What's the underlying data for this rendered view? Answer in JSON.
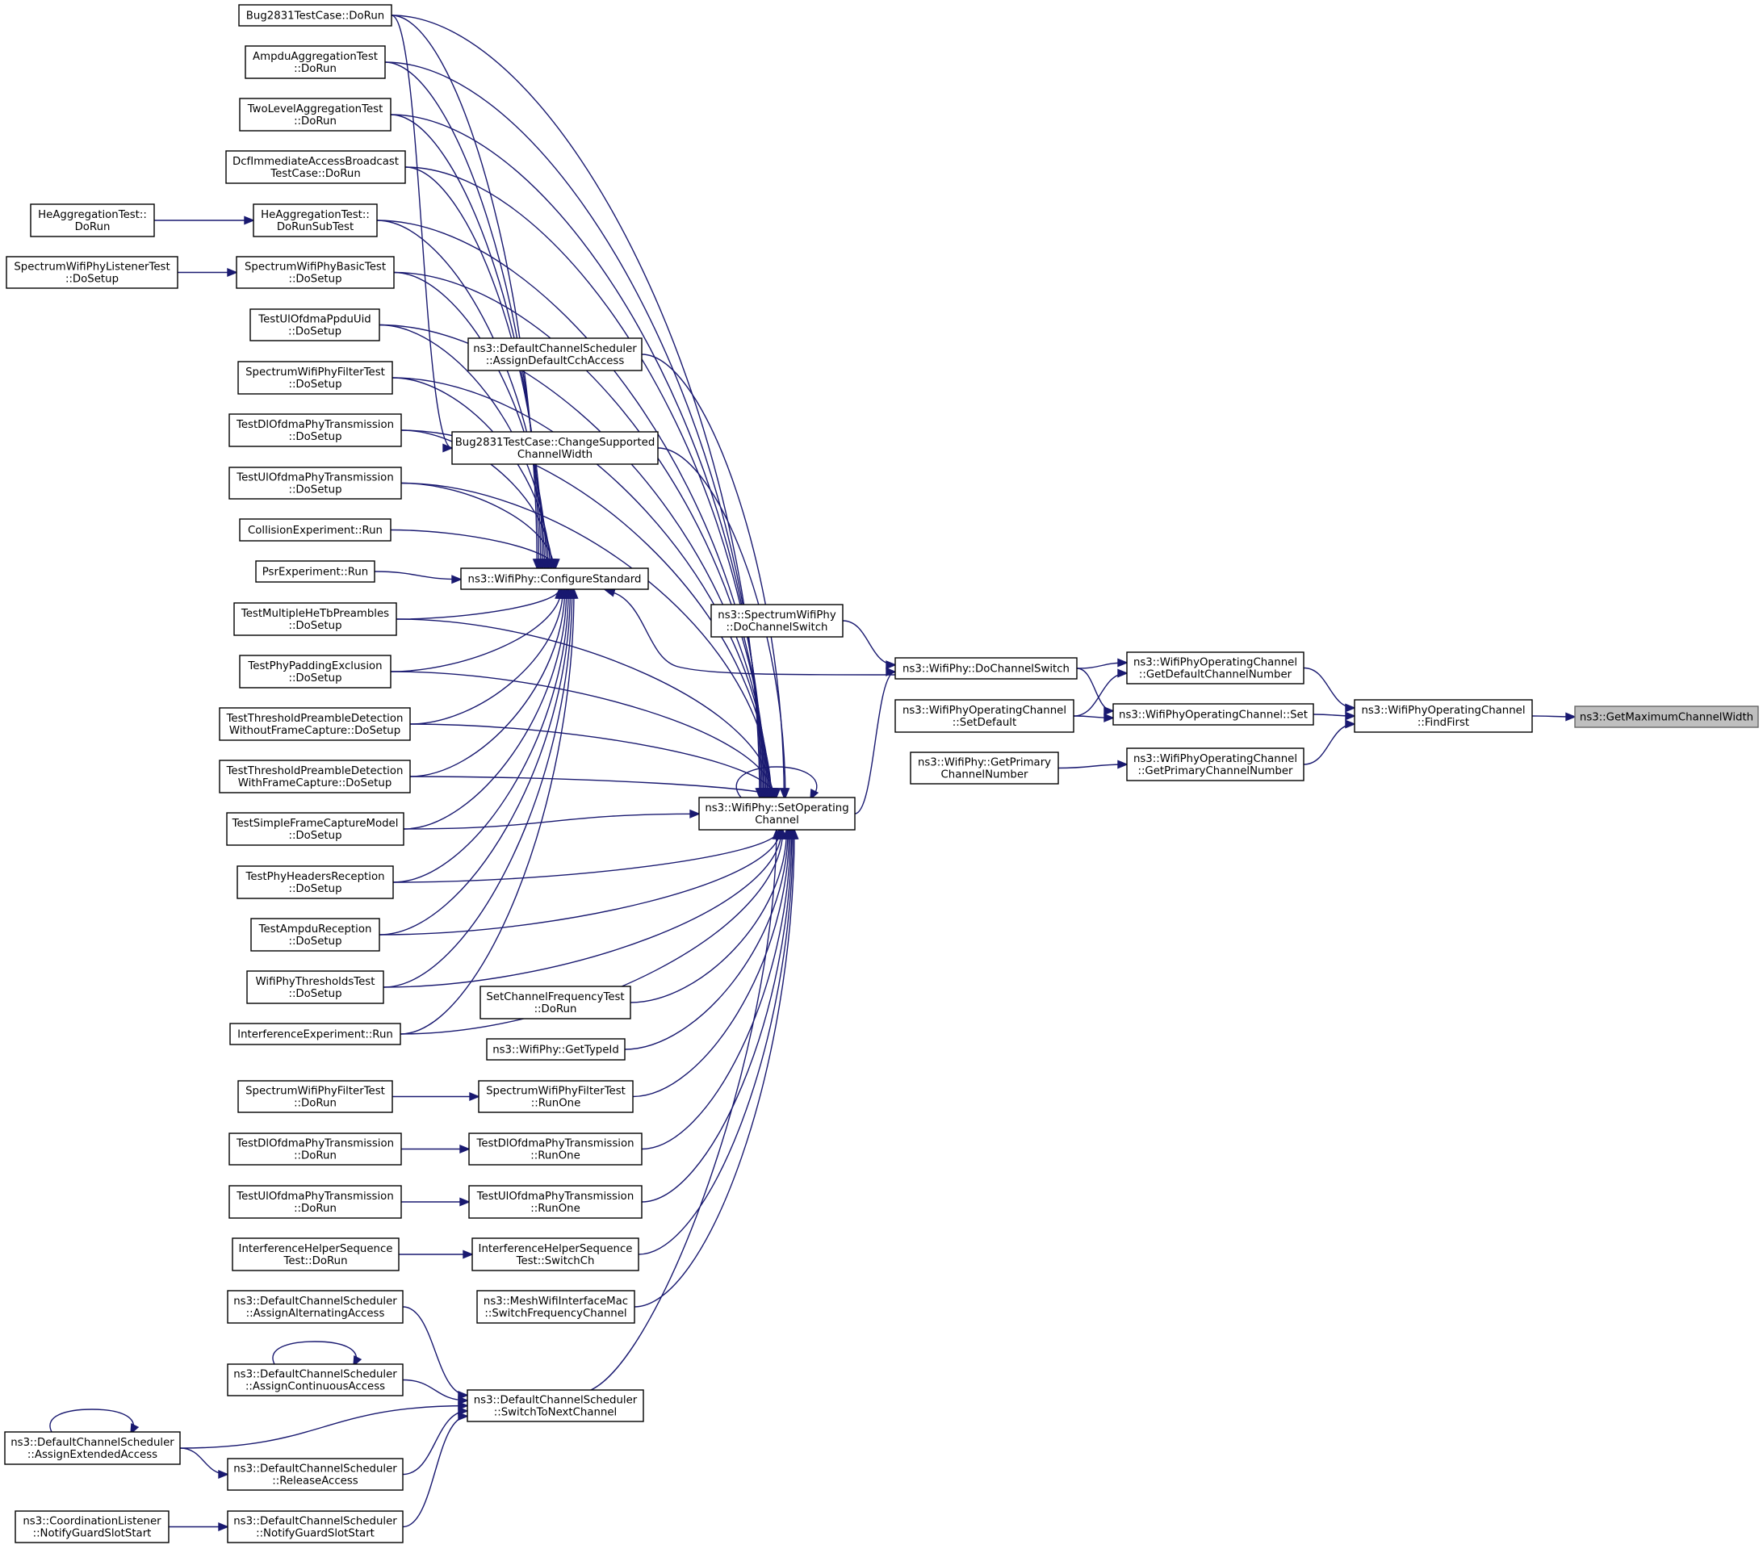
{
  "graph": {
    "title": "",
    "nodes": [
      {
        "id": "GetMaximumChannelWidth",
        "lines": [
          "ns3::GetMaximumChannelWidth"
        ],
        "root": true
      },
      {
        "id": "FindFirst",
        "lines": [
          "ns3::WifiPhyOperatingChannel",
          "::FindFirst"
        ]
      },
      {
        "id": "GetDefaultChannelNumber",
        "lines": [
          "ns3::WifiPhyOperatingChannel",
          "::GetDefaultChannelNumber"
        ]
      },
      {
        "id": "OpSet",
        "lines": [
          "ns3::WifiPhyOperatingChannel::Set"
        ]
      },
      {
        "id": "GetPrimaryChannelNumberOp",
        "lines": [
          "ns3::WifiPhyOperatingChannel",
          "::GetPrimaryChannelNumber"
        ]
      },
      {
        "id": "DoChannelSwitch",
        "lines": [
          "ns3::WifiPhy::DoChannelSwitch"
        ]
      },
      {
        "id": "SetDefault",
        "lines": [
          "ns3::WifiPhyOperatingChannel",
          "::SetDefault"
        ]
      },
      {
        "id": "WifiPhyGetPrimary",
        "lines": [
          "ns3::WifiPhy::GetPrimary",
          "ChannelNumber"
        ]
      },
      {
        "id": "SpectrumDoChannelSwitch",
        "lines": [
          "ns3::SpectrumWifiPhy",
          "::DoChannelSwitch"
        ]
      },
      {
        "id": "ConfigureStandard",
        "lines": [
          "ns3::WifiPhy::ConfigureStandard"
        ]
      },
      {
        "id": "SetOperatingChannel",
        "lines": [
          "ns3::WifiPhy::SetOperating",
          "Channel"
        ]
      },
      {
        "id": "Bug2831DoRun",
        "lines": [
          "Bug2831TestCase::DoRun"
        ]
      },
      {
        "id": "AmpduAggregation",
        "lines": [
          "AmpduAggregationTest",
          "::DoRun"
        ]
      },
      {
        "id": "TwoLevelAggregation",
        "lines": [
          "TwoLevelAggregationTest",
          "::DoRun"
        ]
      },
      {
        "id": "DcfImmediate",
        "lines": [
          "DcfImmediateAccessBroadcast",
          "TestCase::DoRun"
        ]
      },
      {
        "id": "HeAggSubTest",
        "lines": [
          "HeAggregationTest::",
          "DoRunSubTest"
        ]
      },
      {
        "id": "HeAggDoRun",
        "lines": [
          "HeAggregationTest::",
          "DoRun"
        ]
      },
      {
        "id": "SpectrumBasicTest",
        "lines": [
          "SpectrumWifiPhyBasicTest",
          "::DoSetup"
        ]
      },
      {
        "id": "SpectrumListenerTest",
        "lines": [
          "SpectrumWifiPhyListenerTest",
          "::DoSetup"
        ]
      },
      {
        "id": "TestUlOfdmaPpduUid",
        "lines": [
          "TestUlOfdmaPpduUid",
          "::DoSetup"
        ]
      },
      {
        "id": "SpectrumFilterSetup",
        "lines": [
          "SpectrumWifiPhyFilterTest",
          "::DoSetup"
        ]
      },
      {
        "id": "DlOfdmaSetup",
        "lines": [
          "TestDlOfdmaPhyTransmission",
          "::DoSetup"
        ]
      },
      {
        "id": "UlOfdmaSetup",
        "lines": [
          "TestUlOfdmaPhyTransmission",
          "::DoSetup"
        ]
      },
      {
        "id": "CollisionRun",
        "lines": [
          "CollisionExperiment::Run"
        ]
      },
      {
        "id": "PsrRun",
        "lines": [
          "PsrExperiment::Run"
        ]
      },
      {
        "id": "MultipleHeTb",
        "lines": [
          "TestMultipleHeTbPreambles",
          "::DoSetup"
        ]
      },
      {
        "id": "PaddingExclusion",
        "lines": [
          "TestPhyPaddingExclusion",
          "::DoSetup"
        ]
      },
      {
        "id": "ThreshWithout",
        "lines": [
          "TestThresholdPreambleDetection",
          "WithoutFrameCapture::DoSetup"
        ]
      },
      {
        "id": "ThreshWith",
        "lines": [
          "TestThresholdPreambleDetection",
          "WithFrameCapture::DoSetup"
        ]
      },
      {
        "id": "SimpleFrameCapture",
        "lines": [
          "TestSimpleFrameCaptureModel",
          "::DoSetup"
        ]
      },
      {
        "id": "HeadersReception",
        "lines": [
          "TestPhyHeadersReception",
          "::DoSetup"
        ]
      },
      {
        "id": "AmpduReception",
        "lines": [
          "TestAmpduReception",
          "::DoSetup"
        ]
      },
      {
        "id": "ThresholdsTest",
        "lines": [
          "WifiPhyThresholdsTest",
          "::DoSetup"
        ]
      },
      {
        "id": "InterferenceRun",
        "lines": [
          "InterferenceExperiment::Run"
        ]
      },
      {
        "id": "AssignDefaultCch",
        "lines": [
          "ns3::DefaultChannelScheduler",
          "::AssignDefaultCchAccess"
        ]
      },
      {
        "id": "Bug2831Change",
        "lines": [
          "Bug2831TestCase::ChangeSupported",
          "ChannelWidth"
        ]
      },
      {
        "id": "SetChannelFreq",
        "lines": [
          "SetChannelFrequencyTest",
          "::DoRun"
        ]
      },
      {
        "id": "GetTypeId",
        "lines": [
          "ns3::WifiPhy::GetTypeId"
        ]
      },
      {
        "id": "FilterRunOne",
        "lines": [
          "SpectrumWifiPhyFilterTest",
          "::RunOne"
        ]
      },
      {
        "id": "FilterDoRun",
        "lines": [
          "SpectrumWifiPhyFilterTest",
          "::DoRun"
        ]
      },
      {
        "id": "DlRunOne",
        "lines": [
          "TestDlOfdmaPhyTransmission",
          "::RunOne"
        ]
      },
      {
        "id": "DlDoRun",
        "lines": [
          "TestDlOfdmaPhyTransmission",
          "::DoRun"
        ]
      },
      {
        "id": "UlRunOne",
        "lines": [
          "TestUlOfdmaPhyTransmission",
          "::RunOne"
        ]
      },
      {
        "id": "UlDoRun",
        "lines": [
          "TestUlOfdmaPhyTransmission",
          "::DoRun"
        ]
      },
      {
        "id": "IhsSwitchCh",
        "lines": [
          "InterferenceHelperSequence",
          "Test::SwitchCh"
        ]
      },
      {
        "id": "IhsDoRun",
        "lines": [
          "InterferenceHelperSequence",
          "Test::DoRun"
        ]
      },
      {
        "id": "MeshSwitchFreq",
        "lines": [
          "ns3::MeshWifiInterfaceMac",
          "::SwitchFrequencyChannel"
        ]
      },
      {
        "id": "SwitchToNext",
        "lines": [
          "ns3::DefaultChannelScheduler",
          "::SwitchToNextChannel"
        ]
      },
      {
        "id": "AssignAlternating",
        "lines": [
          "ns3::DefaultChannelScheduler",
          "::AssignAlternatingAccess"
        ]
      },
      {
        "id": "AssignContinuous",
        "lines": [
          "ns3::DefaultChannelScheduler",
          "::AssignContinuousAccess"
        ]
      },
      {
        "id": "AssignExtended",
        "lines": [
          "ns3::DefaultChannelScheduler",
          "::AssignExtendedAccess"
        ]
      },
      {
        "id": "ReleaseAccess",
        "lines": [
          "ns3::DefaultChannelScheduler",
          "::ReleaseAccess"
        ]
      },
      {
        "id": "NotifyGuardSched",
        "lines": [
          "ns3::DefaultChannelScheduler",
          "::NotifyGuardSlotStart"
        ]
      },
      {
        "id": "NotifyGuardCoord",
        "lines": [
          "ns3::CoordinationListener",
          "::NotifyGuardSlotStart"
        ]
      }
    ],
    "edges": [
      {
        "from": "FindFirst",
        "to": "GetMaximumChannelWidth"
      },
      {
        "from": "GetDefaultChannelNumber",
        "to": "FindFirst"
      },
      {
        "from": "OpSet",
        "to": "FindFirst"
      },
      {
        "from": "GetPrimaryChannelNumberOp",
        "to": "FindFirst"
      },
      {
        "from": "DoChannelSwitch",
        "to": "GetDefaultChannelNumber"
      },
      {
        "from": "SetDefault",
        "to": "GetDefaultChannelNumber"
      },
      {
        "from": "DoChannelSwitch",
        "to": "OpSet"
      },
      {
        "from": "SetDefault",
        "to": "OpSet"
      },
      {
        "from": "WifiPhyGetPrimary",
        "to": "GetPrimaryChannelNumberOp"
      },
      {
        "from": "SpectrumDoChannelSwitch",
        "to": "DoChannelSwitch"
      },
      {
        "from": "SetOperatingChannel",
        "to": "DoChannelSwitch"
      },
      {
        "from": "DoChannelSwitch",
        "to": "ConfigureStandard"
      },
      {
        "from": "SetOperatingChannel",
        "to": "SetOperatingChannel"
      },
      {
        "from": "HeAggDoRun",
        "to": "HeAggSubTest"
      },
      {
        "from": "SpectrumListenerTest",
        "to": "SpectrumBasicTest"
      },
      {
        "from": "FilterDoRun",
        "to": "FilterRunOne"
      },
      {
        "from": "DlDoRun",
        "to": "DlRunOne"
      },
      {
        "from": "UlDoRun",
        "to": "UlRunOne"
      },
      {
        "from": "IhsDoRun",
        "to": "IhsSwitchCh"
      },
      {
        "from": "AssignAlternating",
        "to": "SwitchToNext"
      },
      {
        "from": "AssignContinuous",
        "to": "SwitchToNext"
      },
      {
        "from": "AssignExtended",
        "to": "SwitchToNext"
      },
      {
        "from": "ReleaseAccess",
        "to": "SwitchToNext"
      },
      {
        "from": "NotifyGuardSched",
        "to": "SwitchToNext"
      },
      {
        "from": "AssignContinuous",
        "to": "AssignContinuous"
      },
      {
        "from": "AssignExtended",
        "to": "AssignExtended"
      },
      {
        "from": "AssignExtended",
        "to": "ReleaseAccess"
      },
      {
        "from": "NotifyGuardCoord",
        "to": "NotifyGuardSched"
      },
      {
        "from": "Bug2831DoRun",
        "to": "Bug2831Change"
      },
      {
        "from": "Bug2831DoRun",
        "to": "ConfigureStandard"
      },
      {
        "from": "AmpduAggregation",
        "to": "ConfigureStandard"
      },
      {
        "from": "TwoLevelAggregation",
        "to": "ConfigureStandard"
      },
      {
        "from": "DcfImmediate",
        "to": "ConfigureStandard"
      },
      {
        "from": "HeAggSubTest",
        "to": "ConfigureStandard"
      },
      {
        "from": "SpectrumBasicTest",
        "to": "ConfigureStandard"
      },
      {
        "from": "TestUlOfdmaPpduUid",
        "to": "ConfigureStandard"
      },
      {
        "from": "SpectrumFilterSetup",
        "to": "ConfigureStandard"
      },
      {
        "from": "DlOfdmaSetup",
        "to": "ConfigureStandard"
      },
      {
        "from": "UlOfdmaSetup",
        "to": "ConfigureStandard"
      },
      {
        "from": "CollisionRun",
        "to": "ConfigureStandard"
      },
      {
        "from": "PsrRun",
        "to": "ConfigureStandard"
      },
      {
        "from": "MultipleHeTb",
        "to": "ConfigureStandard"
      },
      {
        "from": "PaddingExclusion",
        "to": "ConfigureStandard"
      },
      {
        "from": "ThreshWithout",
        "to": "ConfigureStandard"
      },
      {
        "from": "ThreshWith",
        "to": "ConfigureStandard"
      },
      {
        "from": "SimpleFrameCapture",
        "to": "ConfigureStandard"
      },
      {
        "from": "HeadersReception",
        "to": "ConfigureStandard"
      },
      {
        "from": "AmpduReception",
        "to": "ConfigureStandard"
      },
      {
        "from": "ThresholdsTest",
        "to": "ConfigureStandard"
      },
      {
        "from": "InterferenceRun",
        "to": "ConfigureStandard"
      },
      {
        "from": "Bug2831DoRun",
        "to": "SetOperatingChannel"
      },
      {
        "from": "AmpduAggregation",
        "to": "SetOperatingChannel"
      },
      {
        "from": "TwoLevelAggregation",
        "to": "SetOperatingChannel"
      },
      {
        "from": "DcfImmediate",
        "to": "SetOperatingChannel"
      },
      {
        "from": "HeAggSubTest",
        "to": "SetOperatingChannel"
      },
      {
        "from": "SpectrumBasicTest",
        "to": "SetOperatingChannel"
      },
      {
        "from": "TestUlOfdmaPpduUid",
        "to": "SetOperatingChannel"
      },
      {
        "from": "SpectrumFilterSetup",
        "to": "SetOperatingChannel"
      },
      {
        "from": "DlOfdmaSetup",
        "to": "SetOperatingChannel"
      },
      {
        "from": "UlOfdmaSetup",
        "to": "SetOperatingChannel"
      },
      {
        "from": "MultipleHeTb",
        "to": "SetOperatingChannel"
      },
      {
        "from": "PaddingExclusion",
        "to": "SetOperatingChannel"
      },
      {
        "from": "ThreshWithout",
        "to": "SetOperatingChannel"
      },
      {
        "from": "ThreshWith",
        "to": "SetOperatingChannel"
      },
      {
        "from": "SimpleFrameCapture",
        "to": "SetOperatingChannel"
      },
      {
        "from": "HeadersReception",
        "to": "SetOperatingChannel"
      },
      {
        "from": "AmpduReception",
        "to": "SetOperatingChannel"
      },
      {
        "from": "ThresholdsTest",
        "to": "SetOperatingChannel"
      },
      {
        "from": "InterferenceRun",
        "to": "SetOperatingChannel"
      },
      {
        "from": "AssignDefaultCch",
        "to": "SetOperatingChannel"
      },
      {
        "from": "Bug2831Change",
        "to": "SetOperatingChannel"
      },
      {
        "from": "SetChannelFreq",
        "to": "SetOperatingChannel"
      },
      {
        "from": "GetTypeId",
        "to": "SetOperatingChannel"
      },
      {
        "from": "FilterRunOne",
        "to": "SetOperatingChannel"
      },
      {
        "from": "DlRunOne",
        "to": "SetOperatingChannel"
      },
      {
        "from": "UlRunOne",
        "to": "SetOperatingChannel"
      },
      {
        "from": "IhsSwitchCh",
        "to": "SetOperatingChannel"
      },
      {
        "from": "MeshSwitchFreq",
        "to": "SetOperatingChannel"
      },
      {
        "from": "SwitchToNext",
        "to": "SetOperatingChannel"
      }
    ]
  }
}
